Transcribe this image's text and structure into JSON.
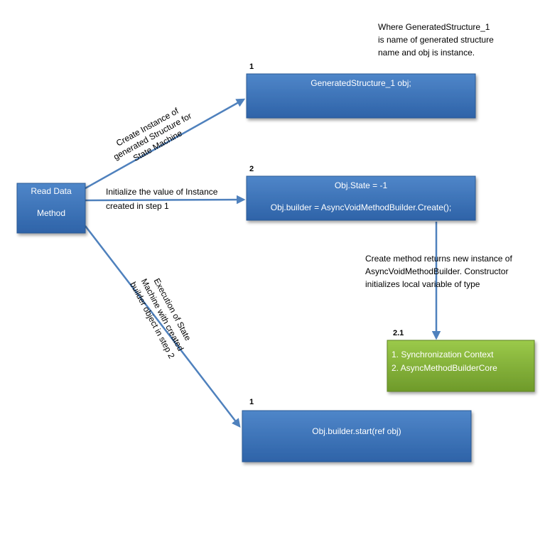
{
  "note_top": {
    "lines": [
      "Where  GeneratedStructure_1",
      "is name of generated structure",
      "name  and  obj is instance."
    ]
  },
  "boxes": {
    "read_data": {
      "lines": [
        "Read Data",
        "Method"
      ]
    },
    "generated_structure": {
      "step": "1",
      "text": "GeneratedStructure_1    obj;"
    },
    "obj_state": {
      "step": "2",
      "line1": "Obj.State = -1",
      "line2": "Obj.builder = AsyncVoidMethodBuilder.Create();"
    },
    "sync_context": {
      "step": "2.1",
      "items": [
        "1.   Synchronization Context",
        "2.   AsyncMethodBuilderCore"
      ]
    },
    "builder_start": {
      "step": "1",
      "text": "Obj.builder.start(ref obj)"
    }
  },
  "edge_labels": {
    "create_instance": [
      "Create  Instance of",
      "generated  Structure for",
      "State Machine"
    ],
    "initialize": [
      "Initialize  the value of Instance",
      "created in step 1"
    ],
    "create_method": [
      "Create  method returns new instance of",
      "AsyncVoidMethodBuilder. Constructor",
      "initializes local variable of type"
    ],
    "execution": [
      "Execution of State",
      "Machine with created",
      "builder object in step 2"
    ]
  },
  "colors": {
    "blue_box": "#4A7EBB",
    "blue_box_dark": "#2C5A96",
    "green_box": "#86B33A",
    "arrow": "#4F81BD"
  }
}
